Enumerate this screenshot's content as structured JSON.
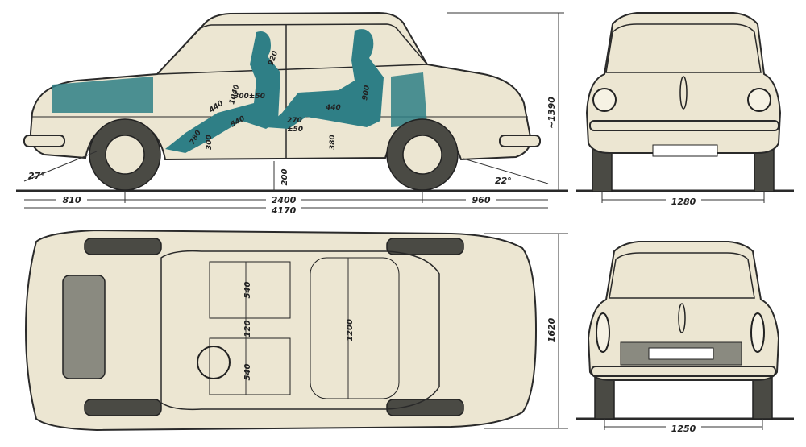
{
  "colors": {
    "paper": "#ffffff",
    "body": "#ece6d2",
    "line": "#2a2a2a",
    "occupant": "#2f7f86",
    "tyre": "#4a4a44"
  },
  "side_view": {
    "overall_length": "4170",
    "front_overhang": "810",
    "wheelbase": "2400",
    "rear_overhang": "960",
    "height": "~1390",
    "approach_angle": "27°",
    "departure_angle": "22°",
    "ground_clearance": "200",
    "front_legroom": "300±50",
    "front_headroom": "920",
    "front_seat_depth": "440",
    "front_thigh": "540",
    "front_knee": "1040",
    "front_seat_height": "300",
    "front_footwell": "780",
    "seat_adjust": "270\n±50",
    "rear_headroom": "900",
    "rear_seat_depth": "440",
    "rear_seat_height": "380"
  },
  "front_view": {
    "track": "1280"
  },
  "top_view": {
    "width": "1620",
    "seat_width_front": "540",
    "seat_gap": "120",
    "seat_width_rear": "540",
    "interior_width": "1200"
  },
  "rear_view": {
    "track": "1250"
  }
}
